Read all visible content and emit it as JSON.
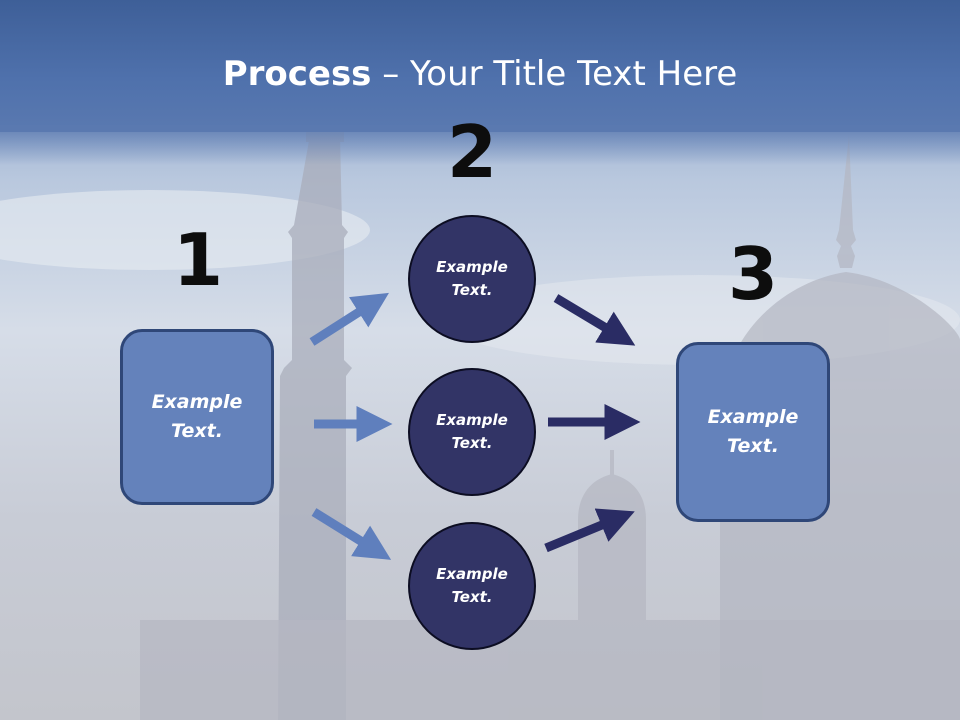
{
  "title": {
    "bold": "Process",
    "rest": " – Your Title Text Here"
  },
  "steps": {
    "one": "1",
    "two": "2",
    "three": "3"
  },
  "boxes": {
    "left": "Example Text.",
    "right": "Example Text."
  },
  "circles": {
    "top": "Example Text.",
    "middle": "Example Text.",
    "bottom": "Example Text."
  },
  "colors": {
    "header": "#4f71ac",
    "box_fill": "#6482bb",
    "circle_fill": "#323466",
    "arrow_light": "#5f7fbd",
    "arrow_dark": "#2a2c64"
  }
}
